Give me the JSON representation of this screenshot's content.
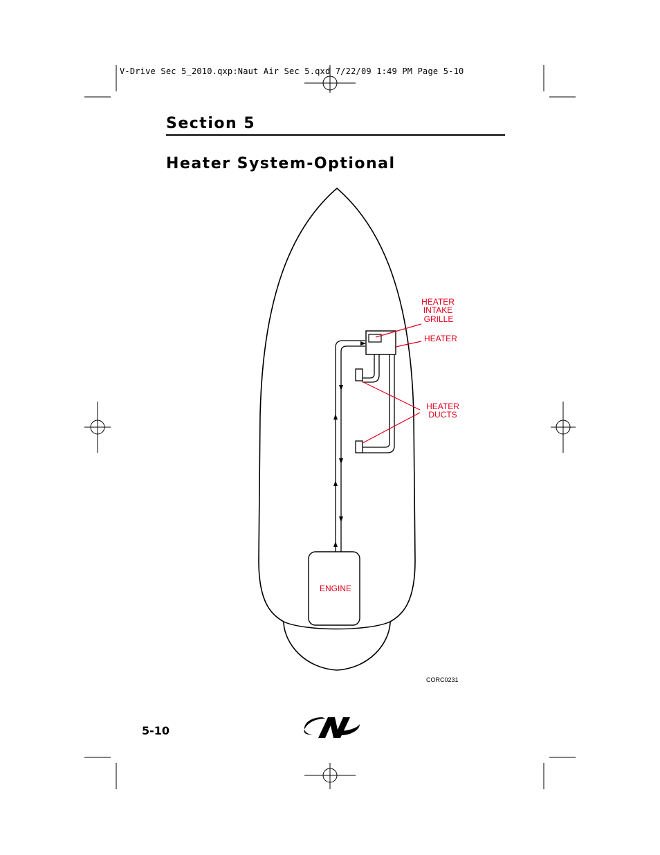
{
  "slug": "V-Drive Sec 5_2010.qxp:Naut Air Sec 5.qxd  7/22/09  1:49 PM  Page 5-10",
  "section": {
    "title": "Section 5"
  },
  "page_title": "Heater System-Optional",
  "diagram": {
    "labels": {
      "intake_line1": "HEATER",
      "intake_line2": "INTAKE",
      "intake_line3": "GRILLE",
      "heater": "HEATER",
      "ducts_line1": "HEATER",
      "ducts_line2": "DUCTS",
      "engine": "ENGINE"
    },
    "figure_code": "CORC0231",
    "label_color": "#e3001b"
  },
  "footer": {
    "page_number": "5-10",
    "logo_icon": "nautique-logo-icon"
  }
}
